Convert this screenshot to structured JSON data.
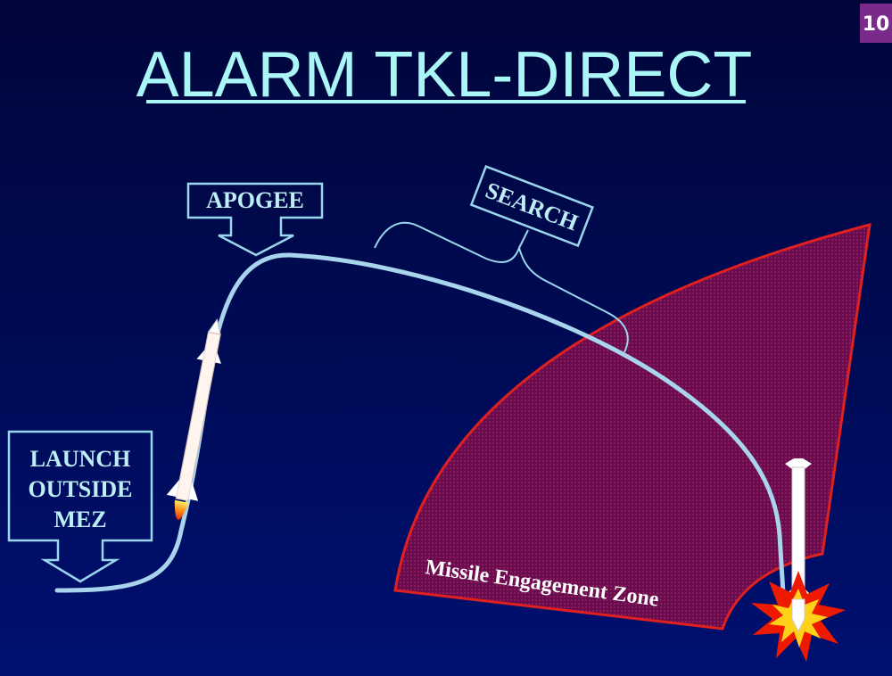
{
  "slide": {
    "number": "10",
    "title": "ALARM TKL-DIRECT"
  },
  "labels": {
    "apogee": "APOGEE",
    "search": "SEARCH",
    "launch_line1": "LAUNCH",
    "launch_line2": "OUTSIDE",
    "launch_line3": "MEZ",
    "zone": "Missile Engagement Zone"
  },
  "colors": {
    "trajectory": "#a9d4ee",
    "zone_fill": "#6a0a4c",
    "zone_edge": "#e0201e",
    "callout": "#9ad6ee",
    "title": "#aaf5f5",
    "badge": "#7a2a8a"
  }
}
